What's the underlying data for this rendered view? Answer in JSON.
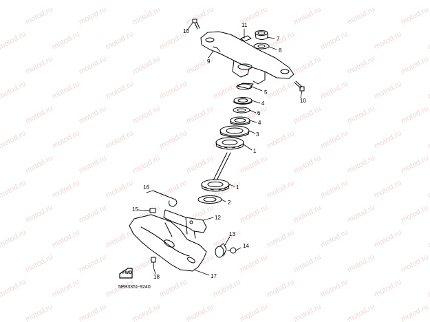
{
  "diagram": {
    "parts": [
      {
        "id": "1",
        "label": "1"
      },
      {
        "id": "2",
        "label": "2"
      },
      {
        "id": "3",
        "label": "3"
      },
      {
        "id": "4",
        "label": "4"
      },
      {
        "id": "5",
        "label": "5"
      },
      {
        "id": "6",
        "label": "6"
      },
      {
        "id": "7",
        "label": "7"
      },
      {
        "id": "8",
        "label": "8"
      },
      {
        "id": "9",
        "label": "9"
      },
      {
        "id": "10",
        "label": "10"
      },
      {
        "id": "11",
        "label": "11"
      },
      {
        "id": "12",
        "label": "12"
      },
      {
        "id": "13",
        "label": "13"
      },
      {
        "id": "14",
        "label": "14"
      },
      {
        "id": "15",
        "label": "15"
      },
      {
        "id": "16",
        "label": "16"
      },
      {
        "id": "17",
        "label": "17"
      },
      {
        "id": "18",
        "label": "18"
      }
    ],
    "arrow_text": "FWD",
    "drawing_code": "5EB3351-9240",
    "watermark": "motod.ru"
  }
}
